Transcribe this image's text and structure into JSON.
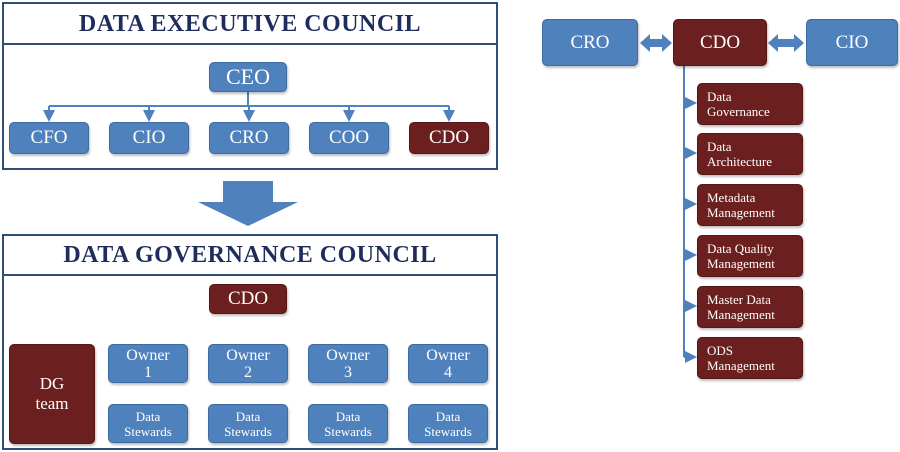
{
  "executive": {
    "title": "DATA EXECUTIVE COUNCIL",
    "top": "CEO",
    "members": [
      "CFO",
      "CIO",
      "CRO",
      "COO",
      "CDO"
    ]
  },
  "governance": {
    "title": "DATA GOVERNANCE COUNCIL",
    "top": "CDO",
    "dg_team": [
      "DG",
      "team"
    ],
    "owners": [
      [
        "Owner",
        "1"
      ],
      [
        "Owner",
        "2"
      ],
      [
        "Owner",
        "3"
      ],
      [
        "Owner",
        "4"
      ]
    ],
    "stewards": [
      "Data",
      "Stewards"
    ]
  },
  "cdo_chart": {
    "left": "CRO",
    "center": "CDO",
    "right": "CIO",
    "functions": [
      [
        "Data",
        "Governance"
      ],
      [
        "Data",
        "Architecture"
      ],
      [
        "Metadata",
        "Management"
      ],
      [
        "Data Quality",
        "Management"
      ],
      [
        "Master Data",
        "Management"
      ],
      [
        "ODS",
        "Management"
      ]
    ]
  },
  "colors": {
    "blue": "#4f81bd",
    "maroon": "#6b1f1f",
    "frame": "#2e4f7a",
    "title_text": "#1f2d5c"
  }
}
